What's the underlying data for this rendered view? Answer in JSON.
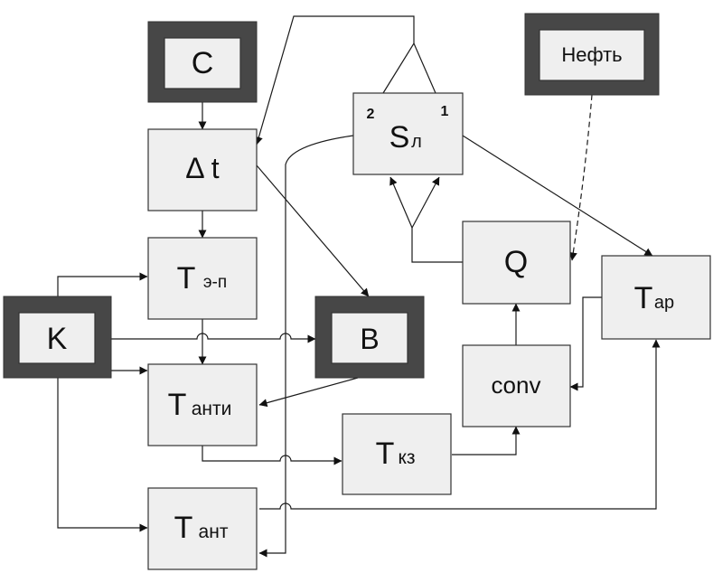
{
  "nodes": {
    "c": {
      "label": "C"
    },
    "neft": {
      "label": "Нефть"
    },
    "dt": {
      "label": "Δ t"
    },
    "s": {
      "main": "S",
      "sub": "л",
      "mark_left": "2",
      "mark_right": "1"
    },
    "tep": {
      "main": "T",
      "sub": "э-п"
    },
    "k": {
      "label": "K"
    },
    "b": {
      "label": "B"
    },
    "tanti": {
      "main": "T",
      "sub": "анти"
    },
    "q": {
      "label": "Q"
    },
    "tar": {
      "main": "T",
      "sub": "ар"
    },
    "conv": {
      "label": "conv"
    },
    "tkz": {
      "main": "T",
      "sub": "кз"
    },
    "tant": {
      "main": "T",
      "sub": "ант"
    }
  },
  "colors": {
    "box_fill": "#efefef",
    "frame_fill": "#474747",
    "line": "#1a1a1a"
  }
}
